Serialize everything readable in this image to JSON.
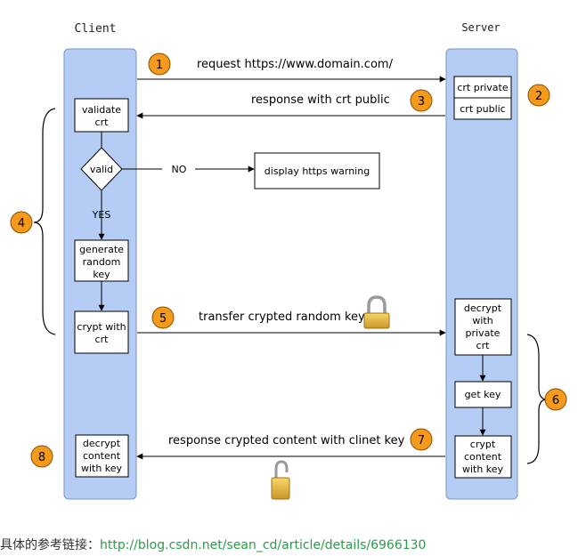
{
  "lanes": {
    "client": "Client",
    "server": "Server"
  },
  "client_boxes": {
    "validate": [
      "validate",
      "crt"
    ],
    "generate": [
      "generate",
      "random",
      "key"
    ],
    "crypt": [
      "crypt with",
      "crt"
    ],
    "decrypt": [
      "decrypt",
      "content",
      "with key"
    ]
  },
  "decision": {
    "label": "valid",
    "yes": "YES",
    "no": "NO"
  },
  "warning_box": "display https warning",
  "server_boxes": {
    "crt_private": "crt private",
    "crt_public": "crt public",
    "decrypt_private": [
      "decrypt",
      "with",
      "private",
      "crt"
    ],
    "get_key": "get key",
    "crypt_content": [
      "crypt",
      "content",
      "with key"
    ]
  },
  "arrows": {
    "request": "request https://www.domain.com/",
    "response_crt": "response with crt public",
    "transfer_key": "transfer crypted random key",
    "response_content": "response crypted content with clinet key"
  },
  "steps": [
    "1",
    "2",
    "3",
    "4",
    "5",
    "6",
    "7",
    "8"
  ],
  "footer": {
    "prefix": "具体的参考链接：",
    "url": "http://blog.csdn.net/sean_cd/article/details/6966130"
  },
  "colors": {
    "lane": "#b5cdf5",
    "step": "#f59a1c",
    "footer_link": "#2e9a4a"
  }
}
